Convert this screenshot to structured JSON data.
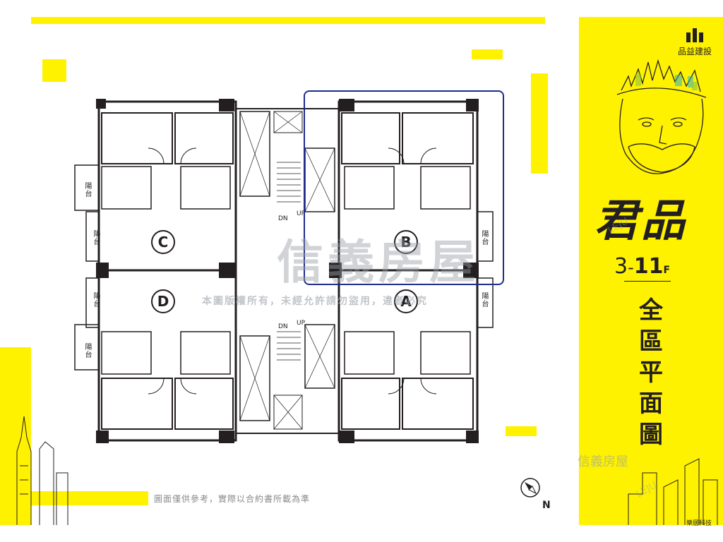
{
  "colors": {
    "accent": "#fff200",
    "ink": "#231f20",
    "highlight": "#1e2b8c",
    "watermark": "#9aa0a6"
  },
  "brand": {
    "developer": "品益建設",
    "project": "君品",
    "bottom_logo": "樂居科技"
  },
  "title": {
    "floors": "3",
    "floors_dash": "-",
    "floors_bold": "11",
    "floors_unit": "F",
    "lines": [
      "全",
      "區",
      "平",
      "面",
      "圖"
    ]
  },
  "units": [
    "A",
    "B",
    "C",
    "D"
  ],
  "balcony_label": "陽台",
  "stairs": {
    "up": "UP",
    "down": "DN"
  },
  "compass": {
    "north": "N"
  },
  "disclaimer": "圖面僅供參考，實際以合約書所載為準",
  "watermarks": {
    "company": "信義房屋",
    "notice": "本圖版權所有，未經允許請勿盜用，違者必究",
    "leju": "LEJU"
  },
  "icons": [
    "compass-icon",
    "building-logo-icon",
    "face-illustration-icon",
    "skyline-icon"
  ]
}
